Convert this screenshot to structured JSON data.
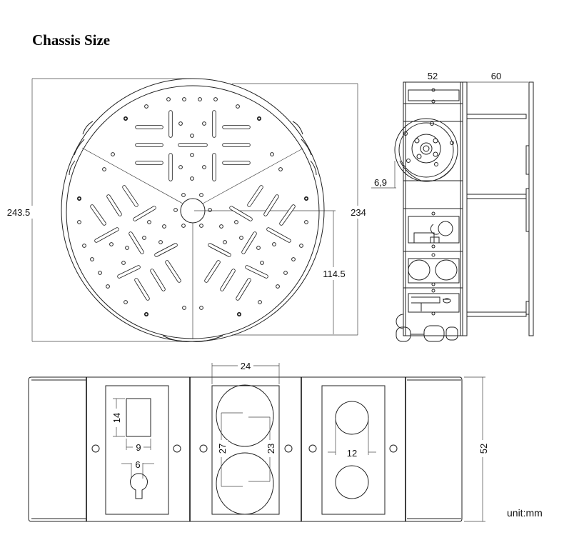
{
  "title": "Chassis Size",
  "top_view": {
    "dim_outer_diameter": "243.5",
    "dim_inner_diameter": "234",
    "dim_center_to_edge": "114.5"
  },
  "side_view": {
    "dim_width": "52",
    "dim_bracket": "60",
    "dim_wheel_offset": "6,9"
  },
  "bottom_view": {
    "dim_circle_spacing": "24",
    "dim_rect_height": "14",
    "dim_rect_width": "9",
    "dim_keyhole": "6",
    "dim_large_circle": "27",
    "dim_small_circle": "23",
    "dim_hole_spacing": "12",
    "dim_height": "52"
  },
  "unit_label": "unit:mm"
}
